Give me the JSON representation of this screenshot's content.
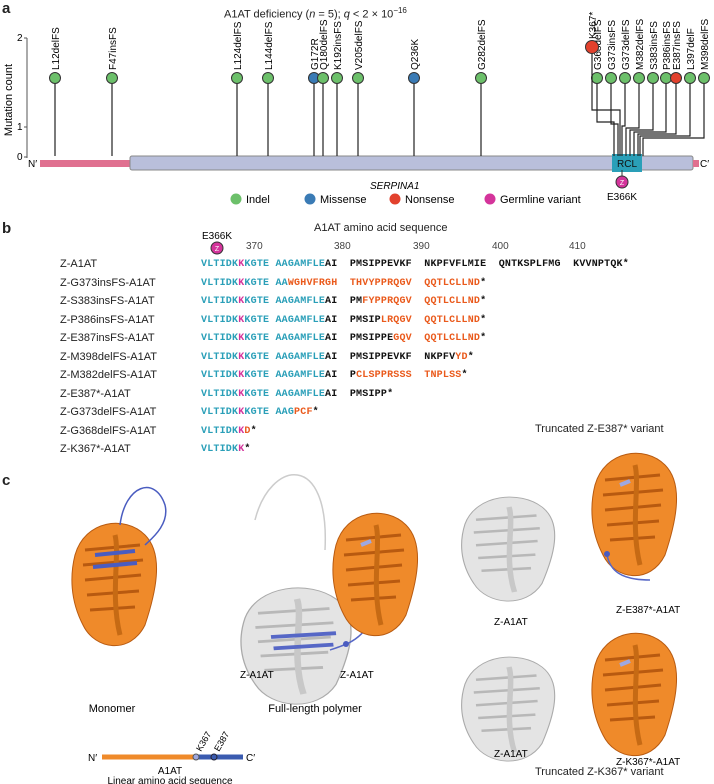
{
  "panel_a": {
    "label": "a",
    "title_pre": "A1AT deficiency (",
    "title_n": "n",
    "title_mid": " = 5); ",
    "title_q": "q",
    "title_post": " < 2 × 10",
    "title_exp": "−16",
    "y_axis_label": "Mutation count",
    "y_ticks": [
      "0",
      "1",
      "2"
    ],
    "n_term": "N′",
    "c_term": "C′",
    "gene": "SERPINA1",
    "rcl": "RCL",
    "germline_label": "E366K",
    "germline_badge": "Z",
    "mutations": [
      {
        "name": "L12delFS",
        "type": "indel"
      },
      {
        "name": "F47insFS",
        "type": "indel"
      },
      {
        "name": "L124delFS",
        "type": "indel"
      },
      {
        "name": "L144delFS",
        "type": "indel"
      },
      {
        "name": "G172R",
        "type": "missense"
      },
      {
        "name": "Q180delFS",
        "type": "indel"
      },
      {
        "name": "K192insFS",
        "type": "indel"
      },
      {
        "name": "V205delFS",
        "type": "indel"
      },
      {
        "name": "Q236K",
        "type": "missense"
      },
      {
        "name": "G282delFS",
        "type": "indel"
      },
      {
        "name": "G368delFS",
        "type": "indel"
      },
      {
        "name": "G373insFS",
        "type": "indel"
      },
      {
        "name": "G373delFS",
        "type": "indel"
      },
      {
        "name": "M382delFS",
        "type": "indel"
      },
      {
        "name": "S383insFS",
        "type": "indel"
      },
      {
        "name": "P386insFS",
        "type": "indel"
      },
      {
        "name": "E387insFS",
        "type": "nonsense"
      },
      {
        "name": "L397delF",
        "type": "indel"
      },
      {
        "name": "M398delFS",
        "type": "indel"
      },
      {
        "name": "K367*",
        "type": "nonsense"
      }
    ],
    "legend": [
      {
        "label": "Indel",
        "color": "#6cc06a"
      },
      {
        "label": "Missense",
        "color": "#3a7bb5"
      },
      {
        "label": "Nonsense",
        "color": "#e2412d"
      },
      {
        "label": "Germline variant",
        "color": "#d4349b"
      }
    ]
  },
  "panel_b": {
    "label": "b",
    "title": "A1AT amino acid sequence",
    "marker_label": "E366K",
    "marker_badge": "Z",
    "positions": [
      "370",
      "380",
      "390",
      "400",
      "410"
    ],
    "rows": [
      {
        "name": "Z-A1AT",
        "segs": [
          [
            "c",
            "VLTIDK"
          ],
          [
            "p",
            "K"
          ],
          [
            "c",
            "KGTE"
          ],
          [
            "s",
            " "
          ],
          [
            "c",
            "AAGAMFLE"
          ],
          [
            "d",
            "AI"
          ],
          [
            "s",
            "  "
          ],
          [
            "d",
            "PMSIPPEVKF"
          ],
          [
            "s",
            "  "
          ],
          [
            "d",
            "NKPFVFLMIE"
          ],
          [
            "s",
            "  "
          ],
          [
            "d",
            "QNTKSPLFMG"
          ],
          [
            "s",
            "  "
          ],
          [
            "d",
            "KVVNPTQK"
          ],
          [
            "d",
            "*"
          ]
        ]
      },
      {
        "name": "Z-G373insFS-A1AT",
        "segs": [
          [
            "c",
            "VLTIDK"
          ],
          [
            "p",
            "K"
          ],
          [
            "c",
            "KGTE"
          ],
          [
            "s",
            " "
          ],
          [
            "c",
            "AA"
          ],
          [
            "o",
            "WGHVFRGH"
          ],
          [
            "s",
            "  "
          ],
          [
            "o",
            "THVYPPRQGV"
          ],
          [
            "s",
            "  "
          ],
          [
            "o",
            "QQTLCLLND"
          ],
          [
            "d",
            "*"
          ]
        ]
      },
      {
        "name": "Z-S383insFS-A1AT",
        "segs": [
          [
            "c",
            "VLTIDK"
          ],
          [
            "p",
            "K"
          ],
          [
            "c",
            "KGTE"
          ],
          [
            "s",
            " "
          ],
          [
            "c",
            "AAGAMFLE"
          ],
          [
            "d",
            "AI"
          ],
          [
            "s",
            "  "
          ],
          [
            "d",
            "PM"
          ],
          [
            "o",
            "FYPPRQGV"
          ],
          [
            "s",
            "  "
          ],
          [
            "o",
            "QQTLCLLND"
          ],
          [
            "d",
            "*"
          ]
        ]
      },
      {
        "name": "Z-P386insFS-A1AT",
        "segs": [
          [
            "c",
            "VLTIDK"
          ],
          [
            "p",
            "K"
          ],
          [
            "c",
            "KGTE"
          ],
          [
            "s",
            " "
          ],
          [
            "c",
            "AAGAMFLE"
          ],
          [
            "d",
            "AI"
          ],
          [
            "s",
            "  "
          ],
          [
            "d",
            "PMSIP"
          ],
          [
            "o",
            "LRQGV"
          ],
          [
            "s",
            "  "
          ],
          [
            "o",
            "QQTLCLLND"
          ],
          [
            "d",
            "*"
          ]
        ]
      },
      {
        "name": "Z-E387insFS-A1AT",
        "segs": [
          [
            "c",
            "VLTIDK"
          ],
          [
            "p",
            "K"
          ],
          [
            "c",
            "KGTE"
          ],
          [
            "s",
            " "
          ],
          [
            "c",
            "AAGAMFLE"
          ],
          [
            "d",
            "AI"
          ],
          [
            "s",
            "  "
          ],
          [
            "d",
            "PMSIPPE"
          ],
          [
            "o",
            "GQV"
          ],
          [
            "s",
            "  "
          ],
          [
            "o",
            "QQTLCLLND"
          ],
          [
            "d",
            "*"
          ]
        ]
      },
      {
        "name": "Z-M398delFS-A1AT",
        "segs": [
          [
            "c",
            "VLTIDK"
          ],
          [
            "p",
            "K"
          ],
          [
            "c",
            "KGTE"
          ],
          [
            "s",
            " "
          ],
          [
            "c",
            "AAGAMFLE"
          ],
          [
            "d",
            "AI"
          ],
          [
            "s",
            "  "
          ],
          [
            "d",
            "PMSIPPEVKF"
          ],
          [
            "s",
            "  "
          ],
          [
            "d",
            "NKPFV"
          ],
          [
            "o",
            "YD"
          ],
          [
            "d",
            "*"
          ]
        ]
      },
      {
        "name": "Z-M382delFS-A1AT",
        "segs": [
          [
            "c",
            "VLTIDK"
          ],
          [
            "p",
            "K"
          ],
          [
            "c",
            "KGTE"
          ],
          [
            "s",
            " "
          ],
          [
            "c",
            "AAGAMFLE"
          ],
          [
            "d",
            "AI"
          ],
          [
            "s",
            "  "
          ],
          [
            "d",
            "P"
          ],
          [
            "o",
            "CLSPPRSSS"
          ],
          [
            "s",
            "  "
          ],
          [
            "o",
            "TNPLSS"
          ],
          [
            "d",
            "*"
          ]
        ]
      },
      {
        "name": "Z-E387*-A1AT",
        "segs": [
          [
            "c",
            "VLTIDK"
          ],
          [
            "p",
            "K"
          ],
          [
            "c",
            "KGTE"
          ],
          [
            "s",
            " "
          ],
          [
            "c",
            "AAGAMFLE"
          ],
          [
            "d",
            "AI"
          ],
          [
            "s",
            "  "
          ],
          [
            "d",
            "PMSIPP"
          ],
          [
            "d",
            "*"
          ]
        ]
      },
      {
        "name": "Z-G373delFS-A1AT",
        "segs": [
          [
            "c",
            "VLTIDK"
          ],
          [
            "p",
            "K"
          ],
          [
            "c",
            "KGTE"
          ],
          [
            "s",
            " "
          ],
          [
            "c",
            "AAG"
          ],
          [
            "o",
            "PCF"
          ],
          [
            "d",
            "*"
          ]
        ]
      },
      {
        "name": "Z-G368delFS-A1AT",
        "segs": [
          [
            "c",
            "VLTIDK"
          ],
          [
            "p",
            "K"
          ],
          [
            "o",
            "D"
          ],
          [
            "d",
            "*"
          ]
        ]
      },
      {
        "name": "Z-K367*-A1AT",
        "segs": [
          [
            "c",
            "VLTIDK"
          ],
          [
            "p",
            "K"
          ],
          [
            "d",
            "*"
          ]
        ]
      }
    ]
  },
  "panel_c": {
    "label": "c",
    "monomer": "Monomer",
    "polymer": "Full-length polymer",
    "za1at": "Z-A1AT",
    "trunc_e387_title": "Truncated Z-E387* variant",
    "trunc_e387_label": "Z-E387*-A1AT",
    "trunc_k367_title": "Truncated Z-K367* variant",
    "trunc_k367_label": "Z-K367*-A1AT",
    "linear_n": "N′",
    "linear_c": "C′",
    "linear_k": "K367",
    "linear_e": "E387",
    "linear_name": "A1AT",
    "linear_caption": "Linear amino acid sequence"
  }
}
